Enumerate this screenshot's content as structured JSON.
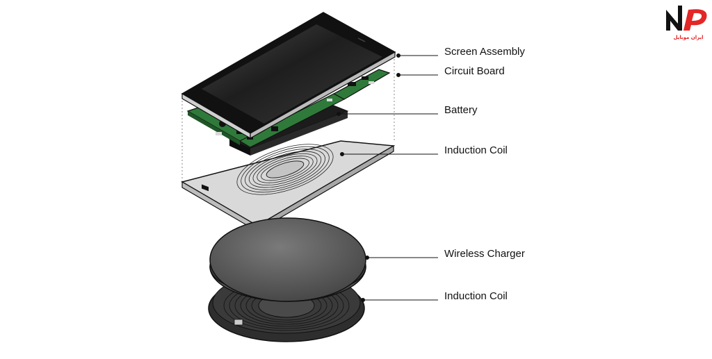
{
  "labels": [
    {
      "id": "screen-assembly",
      "text": "Screen Assembly"
    },
    {
      "id": "circuit-board",
      "text": "Circuit Board"
    },
    {
      "id": "battery",
      "text": "Battery"
    },
    {
      "id": "induction-coil-phone",
      "text": "Induction Coil"
    },
    {
      "id": "wireless-charger",
      "text": "Wireless Charger"
    },
    {
      "id": "induction-coil-charger",
      "text": "Induction Coil"
    }
  ],
  "logo": {
    "mark": "NP",
    "tagline": "ایران موبایل"
  },
  "colors": {
    "ink": "#111111",
    "screen": "#2a2a2a",
    "pcb": "#2f7a3a",
    "battery": "#1c1c1c",
    "plate": "#d9d9d9",
    "charger_top": "#5a5a5a",
    "charger_base": "#2e2e2e",
    "logo_red": "#e32626"
  }
}
